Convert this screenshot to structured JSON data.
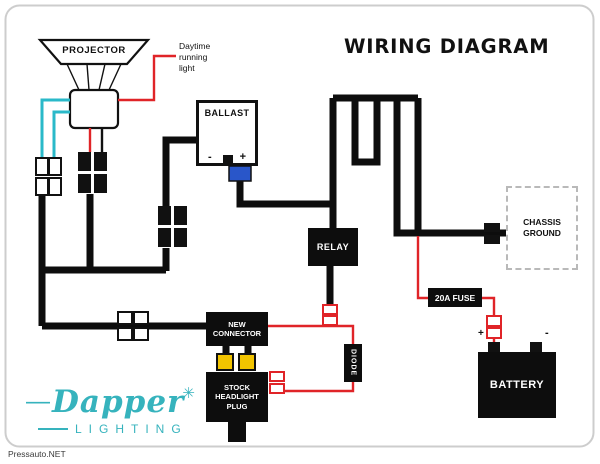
{
  "title": "WIRING DIAGRAM",
  "projector": {
    "label": "PROJECTOR"
  },
  "daytime_label": "Daytime\nrunning\nlight",
  "ballast": {
    "label": "BALLAST",
    "minus": "-",
    "plus": "+"
  },
  "relay": {
    "label": "RELAY"
  },
  "new_connector": {
    "label": "NEW\nCONNECTOR"
  },
  "stock_plug": {
    "label": "STOCK\nHEADLIGHT\nPLUG"
  },
  "diode": {
    "label": "DIODE"
  },
  "fuse": {
    "label": "20A FUSE"
  },
  "battery": {
    "label": "BATTERY",
    "plus": "+",
    "minus": "-"
  },
  "chassis_ground": {
    "label": "CHASSIS\nGROUND"
  },
  "logo": {
    "dash": "—",
    "name": "Dapper",
    "sparkle": "✳",
    "sub": "LIGHTING"
  },
  "credit": "Pressauto.NET",
  "colors": {
    "wire_black": "#0d0d0d",
    "wire_red": "#e02428",
    "wire_cyan": "#2ab9c9",
    "connector_yellow": "#f2c400",
    "connector_blue": "#2956c9",
    "brand_teal": "#36b3bd",
    "border_gray": "#cdcdcd"
  }
}
